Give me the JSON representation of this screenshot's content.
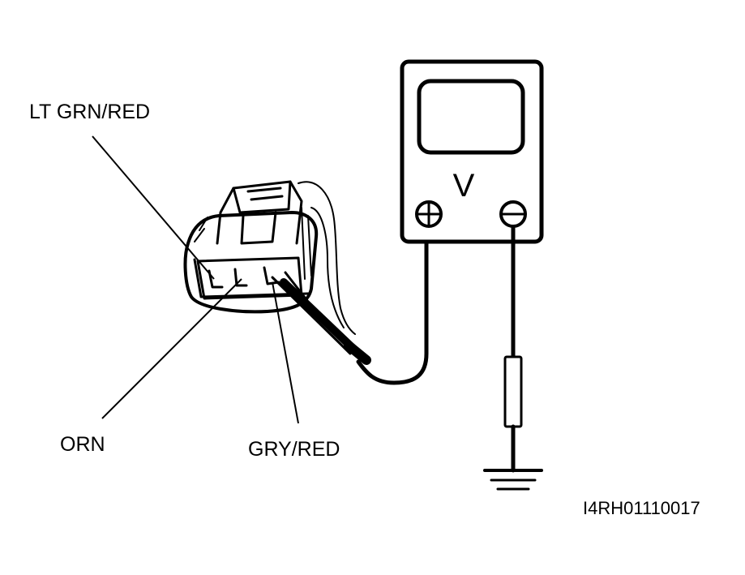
{
  "labels": {
    "lt_grn_red": "LT GRN/RED",
    "orn": "ORN",
    "gry_red": "GRY/RED",
    "figure_code": "I4RH01110017"
  },
  "meter": {
    "unit": "V",
    "positive_terminal_icon": "plus-circle-icon",
    "negative_terminal_icon": "minus-circle-icon"
  },
  "icons": {
    "ground": "ground-symbol-icon",
    "connector": "wiring-connector-icon",
    "probe": "test-probe-icon"
  }
}
